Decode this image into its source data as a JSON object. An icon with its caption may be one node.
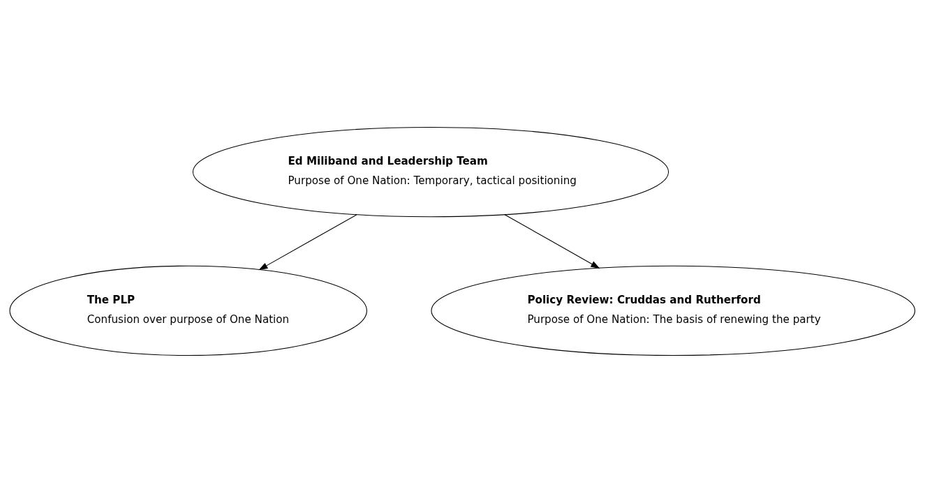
{
  "diagram": {
    "nodes": [
      {
        "text": [
          "Ed Miliband and Leadership Team",
          "Purpose of One Nation: Temporary, tactical positioning"
        ]
      },
      {
        "text": [
          "The PLP",
          "Confusion over purpose of One Nation"
        ]
      },
      {
        "text": [
          "Policy Review: Cruddas and Rutherford",
          "Purpose of One Nation: The basis of renewing the party"
        ]
      }
    ],
    "edges": [
      {
        "from": 0,
        "to": 1,
        "arrow": "to"
      },
      {
        "from": 0,
        "to": 2,
        "arrow": "to"
      }
    ]
  }
}
